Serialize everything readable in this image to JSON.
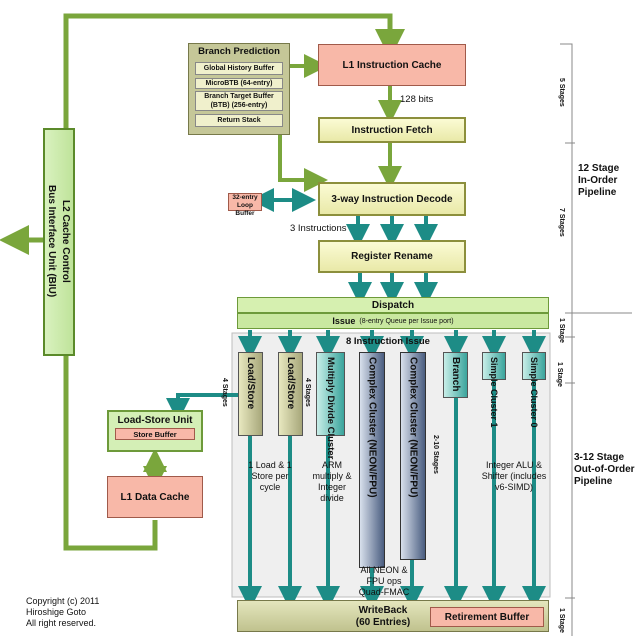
{
  "bus_unit": {
    "l2_label": "L2 Cache Control",
    "biu_label": "Bus Interface Unit (BIU)"
  },
  "branch_prediction": {
    "title": "Branch Prediction",
    "items": [
      "Global History Buffer",
      "MicroBTB (64-entry)",
      "Branch Target Buffer (BTB) (256-entry)",
      "Return Stack"
    ]
  },
  "frontend": {
    "l1_icache": "L1 Instruction Cache",
    "fetch_width": "128 bits",
    "fetch": "Instruction Fetch",
    "loop_buffer": "32-entry Loop Buffer",
    "decode": "3-way Instruction Decode",
    "decode_width": "3 Instructions",
    "rename": "Register Rename",
    "dispatch": "Dispatch",
    "issue": "Issue",
    "issue_note": "(8-entry Queue per Issue port)",
    "issue_width": "8 Instruction Issue"
  },
  "clusters": [
    {
      "name": "Load/Store",
      "stages": "4 Stages"
    },
    {
      "name": "Load/Store",
      "stages": ""
    },
    {
      "name": "Multiply Divide Cluster",
      "stages": "4 Stages"
    },
    {
      "name": "Complex Cluster (NEON/FPU)",
      "stages": ""
    },
    {
      "name": "Complex Cluster (NEON/FPU)",
      "stages": "2-10 Stages"
    },
    {
      "name": "Branch",
      "stages": ""
    },
    {
      "name": "Simple Cluster 1",
      "stages": ""
    },
    {
      "name": "Simple Cluster 0",
      "stages": "1 Stage"
    }
  ],
  "notes": {
    "load_store": "1 Load & 1 Store per cycle",
    "arm_mul": "ARM multiply & Integer divide",
    "neon": "All NEON & FPU ops Quad-FMAC",
    "integer": "Integer ALU & Shifter (includes v6-SIMD)"
  },
  "memory": {
    "lsu": "Load-Store Unit",
    "store_buffer": "Store Buffer",
    "l1_dcache": "L1 Data Cache"
  },
  "backend": {
    "writeback": "WriteBack",
    "writeback_entries": "(60 Entries)",
    "retirement": "Retirement Buffer"
  },
  "pipeline": {
    "in_order_stages": "12 Stage",
    "in_order_label": "In-Order",
    "in_order_pipe": "Pipeline",
    "out_of_order_stages": "3-12 Stage",
    "out_of_order_label": "Out-of-Order",
    "out_of_order_pipe": "Pipeline",
    "seg_5": "5 Stages",
    "seg_7": "7 Stages",
    "seg_1a": "1 Stage",
    "seg_1b": "1 Stage",
    "seg_1c": "1 Stage"
  },
  "copyright": {
    "line1": "Copyright (c) 2011",
    "line2": "Hiroshige Goto",
    "line3": "All right reserved."
  },
  "colors": {
    "arrow_green": "#7aa63c",
    "arrow_teal": "#1d8c86",
    "olive": "#8c8f3c",
    "pink": "#f8b8a8"
  }
}
